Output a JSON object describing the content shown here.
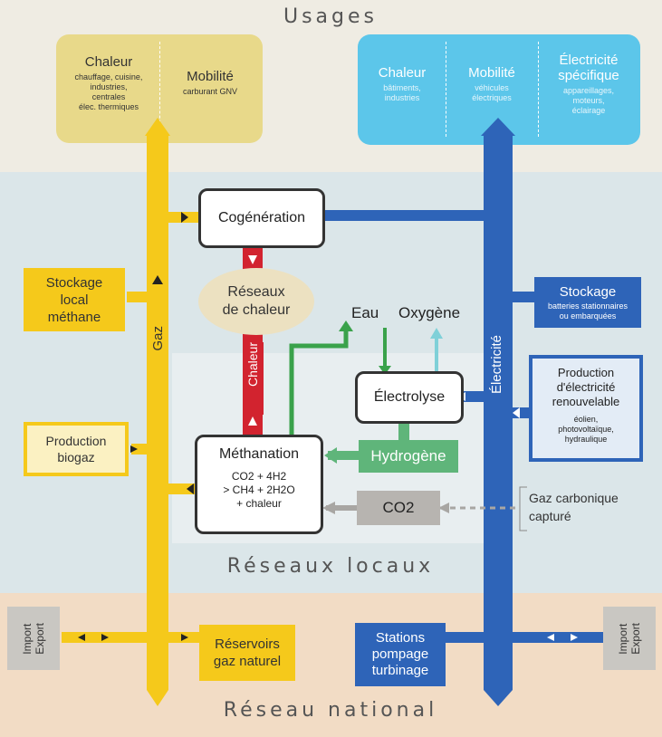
{
  "bands": {
    "usages": "Usages",
    "local": "Réseaux locaux",
    "national": "Réseau national"
  },
  "usages_gas": [
    {
      "title": "Chaleur",
      "sub": [
        "chauffage, cuisine,",
        "industries,",
        "centrales",
        "élec. thermiques"
      ]
    },
    {
      "title": "Mobilité",
      "sub": [
        "carburant GNV"
      ]
    }
  ],
  "usages_elec": [
    {
      "title": "Chaleur",
      "sub": [
        "bâtiments,",
        "industries"
      ]
    },
    {
      "title": "Mobilité",
      "sub": [
        "véhicules",
        "électriques"
      ]
    },
    {
      "title": "Électricité spécifique",
      "sub": [
        "appareillages,",
        "moteurs,",
        "éclairage"
      ]
    }
  ],
  "networks": {
    "gas_label": "Gaz",
    "elec_label": "Électricité",
    "heat_label": "Chaleur"
  },
  "nodes": {
    "cogeneration": "Cogénération",
    "heat_networks": [
      "Réseaux",
      "de chaleur"
    ],
    "methanation": "Méthanation",
    "methanation_eq": [
      "CO2 + 4H2",
      "> CH4 + 2H2O",
      "+ chaleur"
    ],
    "electrolysis": "Électrolyse",
    "water": "Eau",
    "oxygen": "Oxygène",
    "hydrogen": "Hydrogène",
    "co2": "CO2",
    "co2_captured": [
      "Gaz carbonique",
      "capturé"
    ]
  },
  "left_boxes": {
    "storage_methane": [
      "Stockage",
      "local",
      "méthane"
    ],
    "biogas": [
      "Production",
      "biogaz"
    ],
    "reservoirs": [
      "Réservoirs",
      "gaz naturel"
    ],
    "import_export": [
      "Import",
      "Export"
    ]
  },
  "right_boxes": {
    "storage": {
      "title": "Stockage",
      "sub": [
        "batteries stationnaires",
        "ou embarquées"
      ]
    },
    "renewable": {
      "title": [
        "Production",
        "d'électricité",
        "renouvelable"
      ],
      "sub": [
        "éolien,",
        "photovoltaïque,",
        "hydraulique"
      ]
    },
    "pumping": [
      "Stations",
      "pompage",
      "turbinage"
    ],
    "import_export": [
      "Import",
      "Export"
    ]
  },
  "colors": {
    "gas": "#f5c91b",
    "elec": "#2e64b8",
    "heat": "#d2232f",
    "hydrogen": "#5fb57a",
    "co2": "#a8a6a3",
    "water": "#3aa24b",
    "oxygen": "#7fd0d8"
  }
}
